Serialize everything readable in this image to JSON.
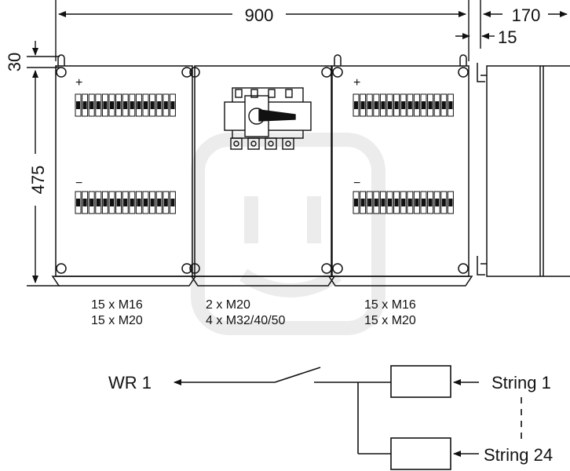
{
  "dimensions": {
    "width_total": "900",
    "depth": "170",
    "wall_gap": "15",
    "top_offset": "30",
    "height": "475"
  },
  "boxes": {
    "left": {
      "plus": "+",
      "minus": "−",
      "glands": [
        "15 x M16",
        "15 x M20"
      ]
    },
    "middle": {
      "glands": [
        "2 x M20",
        "4 x M32/40/50"
      ]
    },
    "right": {
      "plus": "+",
      "minus": "−",
      "glands": [
        "15 x M16",
        "15 x M20"
      ]
    }
  },
  "schematic": {
    "output_label": "WR 1",
    "string_first": "String 1",
    "string_last": "String 24"
  },
  "colors": {
    "line": "#111111",
    "watermark": "#e8e8e8"
  }
}
